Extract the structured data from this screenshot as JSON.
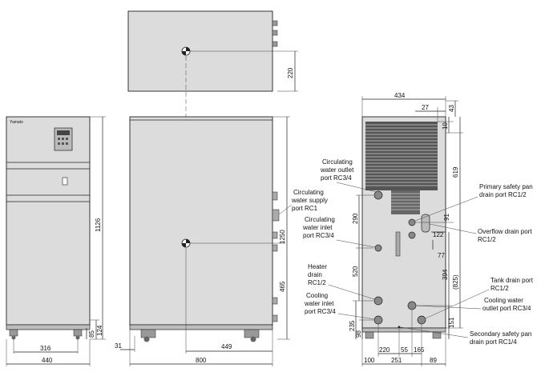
{
  "dimensions": {
    "left_height": "1126",
    "left_base1": "124",
    "left_base2": "85",
    "left_w1": "316",
    "left_w2": "440",
    "mid_top_220": "220",
    "mid_1250": "1250",
    "mid_465": "465",
    "mid_31": "31",
    "mid_449": "449",
    "mid_800": "800",
    "right_434": "434",
    "right_27": "27",
    "right_43": "43",
    "right_10": "10",
    "right_619": "619",
    "right_290": "290",
    "right_91": "91",
    "right_122": "122",
    "right_77": "77",
    "right_520": "520",
    "right_394": "394",
    "right_825": "(825)",
    "right_151": "151",
    "right_235": "235",
    "right_98": "98",
    "right_220b": "220",
    "right_55": "55",
    "right_165": "165",
    "right_100": "100",
    "right_251": "251",
    "right_89": "89"
  },
  "labels": {
    "circ_outlet_l1": "Circulating",
    "circ_outlet_l2": "water outlet",
    "circ_outlet_l3": "port RC3/4",
    "circ_supply_l1": "Circulating",
    "circ_supply_l2": "water supply",
    "circ_supply_l3": "port RC1",
    "circ_inlet_l1": "Circulating",
    "circ_inlet_l2": "water inlet",
    "circ_inlet_l3": "port RC3/4",
    "heater_l1": "Heater",
    "heater_l2": "drain",
    "heater_l3": "RC1/2",
    "cool_in_l1": "Cooling",
    "cool_in_l2": "water inlet",
    "cool_in_l3": "port RC3/4",
    "primary_l1": "Primary safety pan",
    "primary_l2": "drain port RC1/2",
    "overflow_l1": "Overflow drain port",
    "overflow_l2": "RC1/2",
    "tank_l1": "Tank drain port",
    "tank_l2": "RC1/2",
    "cool_out_l1": "Cooling water",
    "cool_out_l2": "outlet port RC3/4",
    "secondary_l1": "Secondary safety pan",
    "secondary_l2": "drain port RC1/4"
  },
  "logo_text": "Yamato"
}
